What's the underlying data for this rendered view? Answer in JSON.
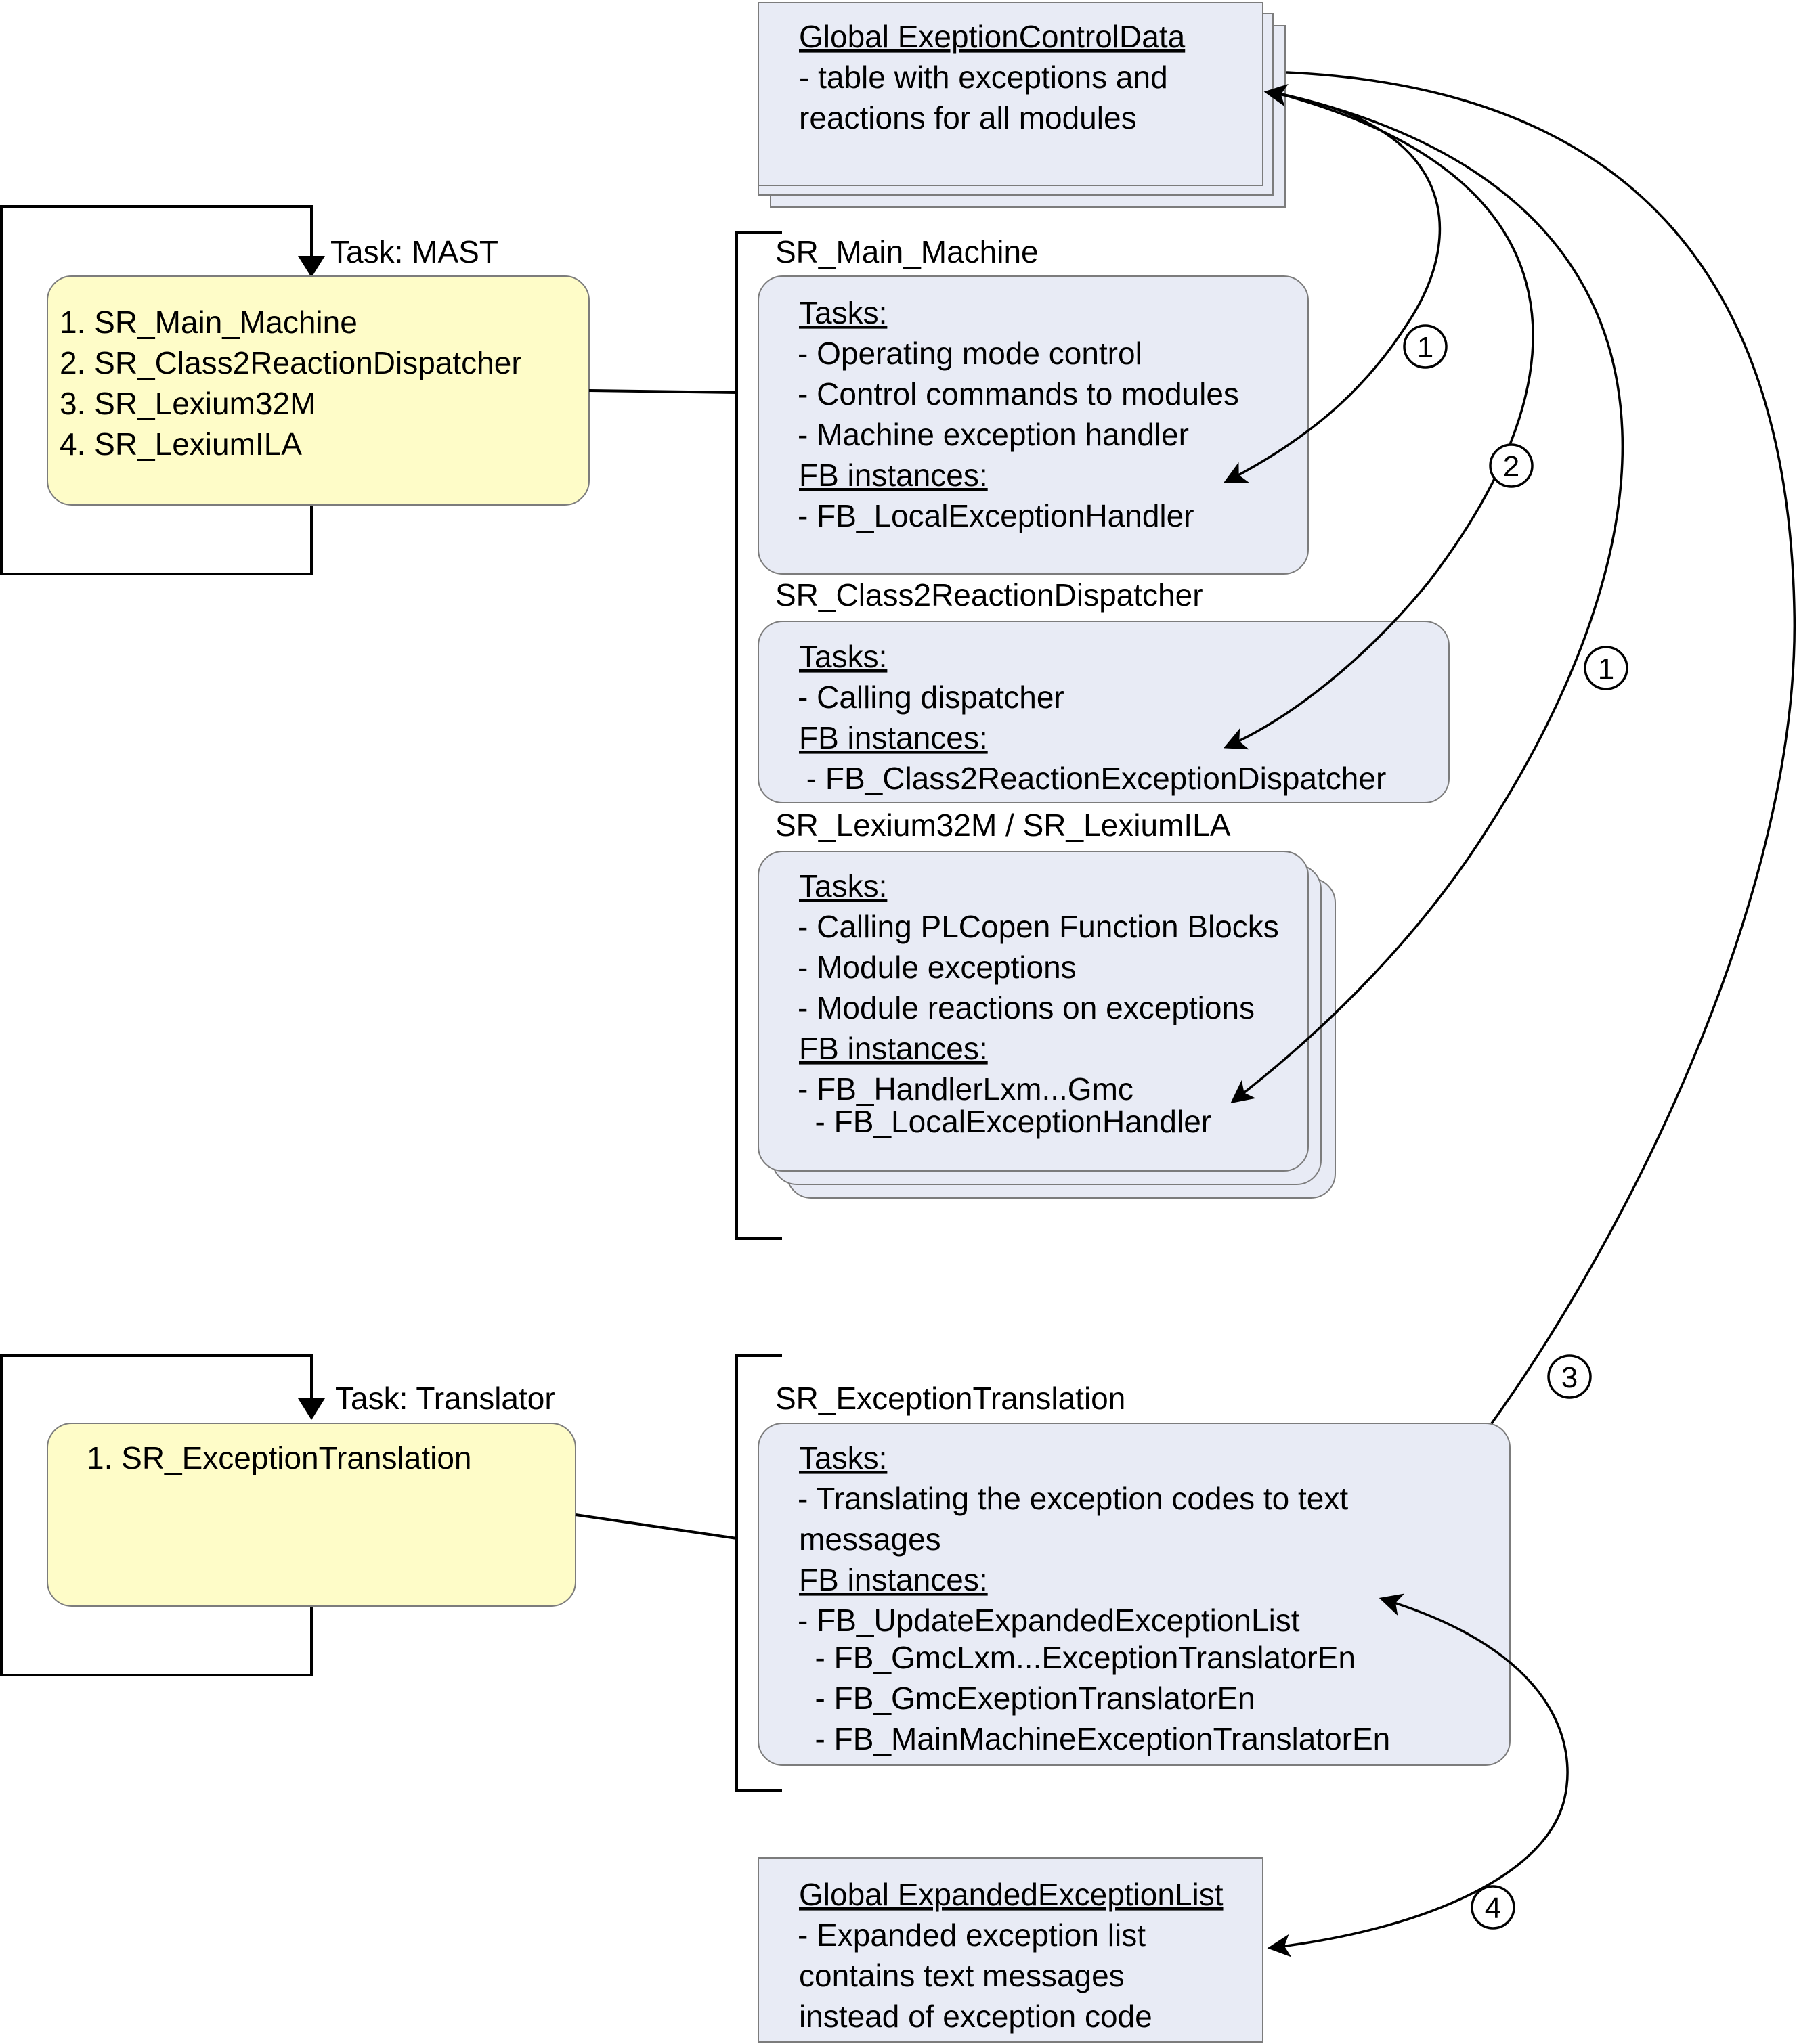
{
  "global_control": {
    "title": "Global ExeptionControlData",
    "lines": [
      "- table with exceptions and",
      "reactions for all modules"
    ]
  },
  "mast_task": {
    "label": "Task: MAST",
    "items": [
      "1. SR_Main_Machine",
      "2. SR_Class2ReactionDispatcher",
      "3. SR_Lexium32M",
      "4. SR_LexiumILA"
    ]
  },
  "main_machine": {
    "title": "SR_Main_Machine",
    "tasks_heading": "Tasks:",
    "tasks": [
      "- Operating mode control",
      "- Control commands to  modules",
      "- Machine exception handler"
    ],
    "fb_heading": "FB instances:",
    "fb": [
      "- FB_LocalExceptionHandler"
    ]
  },
  "dispatcher": {
    "title": "SR_Class2ReactionDispatcher",
    "tasks_heading": "Tasks:",
    "tasks": [
      "- Calling dispatcher"
    ],
    "fb_heading": "FB instances:",
    "fb": [
      " - FB_Class2ReactionExceptionDispatcher"
    ]
  },
  "lexium": {
    "title": "SR_Lexium32M / SR_LexiumILA",
    "tasks_heading": "Tasks:",
    "tasks": [
      "- Calling PLCopen Function Blocks",
      "- Module exceptions",
      "- Module reactions on exceptions"
    ],
    "fb_heading": "FB instances:",
    "fb": [
      "- FB_HandlerLxm...Gmc",
      "  - FB_LocalExceptionHandler"
    ]
  },
  "translator_task": {
    "label": "Task: Translator",
    "items": [
      "1. SR_ExceptionTranslation"
    ]
  },
  "translation": {
    "title": "SR_ExceptionTranslation",
    "tasks_heading": "Tasks:",
    "tasks": [
      "- Translating the exception codes to text",
      "messages"
    ],
    "fb_heading": "FB instances:",
    "fb": [
      "- FB_UpdateExpandedExceptionList",
      "  - FB_GmcLxm...ExceptionTranslatorEn",
      "  - FB_GmcExeptionTranslatorEn",
      "  - FB_MainMachineExceptionTranslatorEn"
    ]
  },
  "global_expanded": {
    "title": "Global ExpandedExceptionList",
    "lines": [
      "- Expanded exception list",
      "contains text messages",
      "instead of exception code"
    ]
  },
  "markers": {
    "m1a": "1",
    "m2": "2",
    "m1b": "1",
    "m3": "3",
    "m4": "4"
  }
}
